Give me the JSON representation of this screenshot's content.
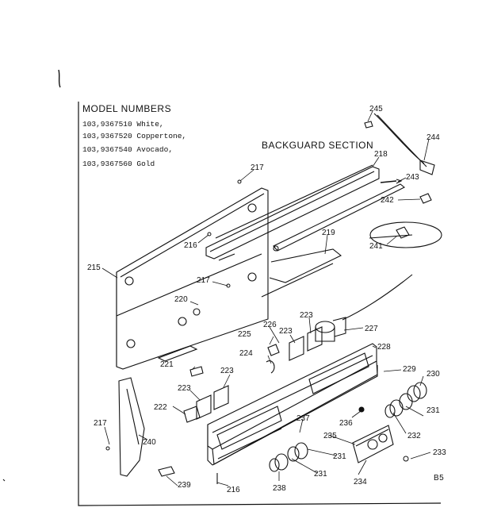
{
  "header": {
    "title": "MODEL NUMBERS",
    "models": [
      "103,9367510  White,",
      "103,9367520  Coppertone,",
      "103,9367540  Avocado,",
      "103,9367560  Gold"
    ]
  },
  "section_title": "BACKGUARD SECTION",
  "page_code": "B5",
  "callouts": [
    "245",
    "244",
    "218",
    "217",
    "243",
    "242",
    "216",
    "219",
    "241",
    "215",
    "217",
    "220",
    "227",
    "226",
    "223",
    "223",
    "225",
    "228",
    "224",
    "221",
    "223",
    "229",
    "230",
    "223",
    "222",
    "231",
    "236",
    "237",
    "232",
    "217",
    "240",
    "235",
    "231",
    "233",
    "231",
    "239",
    "216",
    "238",
    "234"
  ]
}
